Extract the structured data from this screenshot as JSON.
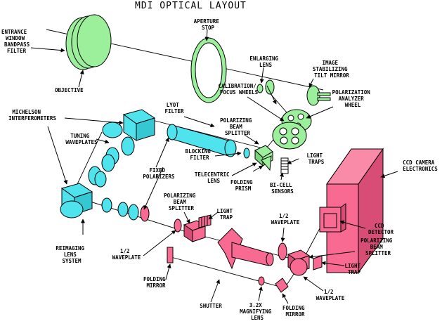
{
  "title": "MDI OPTICAL LAYOUT",
  "labels": {
    "entrance_window": [
      "ENTRANCE",
      "WINDOW",
      "BANDPASS",
      "FILTER"
    ],
    "objective": [
      "OBJECTIVE"
    ],
    "aperture_stop": [
      "APERTURE",
      "STOP"
    ],
    "enlarging_lens": [
      "ENLARGING",
      "LENS"
    ],
    "image_stabilizing": [
      "IMAGE",
      "STABILIZING",
      "TILT MIRROR"
    ],
    "calibration": [
      "CALIBRATION/",
      "FOCUS WHEELS"
    ],
    "polarization_analyzer": [
      "POLARIZATION",
      "ANALYZER",
      "WHEEL"
    ],
    "michelson": [
      "MICHELSON",
      "INTERFEROMETERS"
    ],
    "lyot": [
      "LYOT",
      "FILTER"
    ],
    "polarizing_bs_1": [
      "POLARIZING",
      "BEAM",
      "SPLITTER"
    ],
    "tuning": [
      "TUNING",
      "WAVEPLATES"
    ],
    "light_traps": [
      "LIGHT",
      "TRAPS"
    ],
    "blocking": [
      "BLOCKING",
      "FILTER"
    ],
    "fixed_polarizers": [
      "FIXED",
      "POLARIZERS"
    ],
    "telecentric": [
      "TELECENTRIC",
      "LENS"
    ],
    "folding_prism": [
      "FOLDING",
      "PRISM"
    ],
    "bicell": [
      "BI-CELL",
      "SENSORS"
    ],
    "ccd_electronics": [
      "CCD CAMERA",
      "ELECTRONICS"
    ],
    "polarizing_bs_2": [
      "POLARIZING",
      "BEAM",
      "SPLITTER"
    ],
    "light_trap_1": [
      "LIGHT",
      "TRAP"
    ],
    "half_wave_1": [
      "1/2",
      "WAVEPLATE"
    ],
    "ccd_detector": [
      "CCD",
      "DETECTOR"
    ],
    "reimaging": [
      "REIMAGING",
      "LENS",
      "SYSTEM"
    ],
    "half_wave_2": [
      "1/2",
      "WAVEPLATE"
    ],
    "polarizing_bs_3": [
      "POLARIZING",
      "BEAM",
      "SPLITTER"
    ],
    "light_trap_2": [
      "LIGHT",
      "TRAP"
    ],
    "folding_mirror_1": [
      "FOLDING",
      "MIRROR"
    ],
    "shutter": [
      "SHUTTER"
    ],
    "magnifying": [
      "3.2X",
      "MAGNIFYING",
      "LENS"
    ],
    "folding_mirror_2": [
      "FOLDING",
      "MIRROR"
    ],
    "half_wave_3": [
      "1/2",
      "WAVEPLATE"
    ]
  },
  "colors": {
    "green": "#9cf09c",
    "cyan": "#4fe3ee",
    "pink": "#f86a92",
    "outline": "#000000"
  }
}
